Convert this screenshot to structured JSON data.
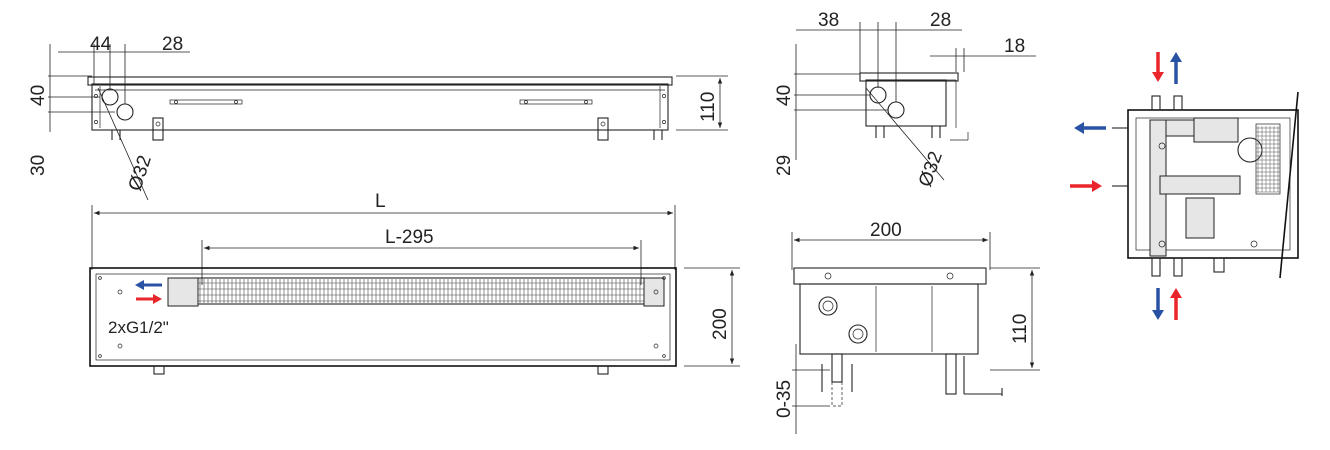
{
  "colors": {
    "line": "#222222",
    "hot": "#e8262b",
    "cold": "#2a52a4"
  },
  "top_view": {
    "dim_44": "44",
    "dim_28": "28",
    "dim_40": "40",
    "dim_30": "30",
    "dim_110": "110",
    "dim_d32": "Ø32"
  },
  "plan_view": {
    "dim_L": "L",
    "dim_L295": "L-295",
    "dim_200": "200",
    "connection": "2xG1/2\""
  },
  "side_view": {
    "dim_38": "38",
    "dim_28": "28",
    "dim_18": "18",
    "dim_40": "40",
    "dim_29": "29",
    "dim_d32": "Ø32"
  },
  "section_view": {
    "dim_200": "200",
    "dim_110": "110",
    "dim_035": "0-35"
  },
  "icons": [
    "arrow-supply-icon",
    "arrow-return-icon"
  ]
}
